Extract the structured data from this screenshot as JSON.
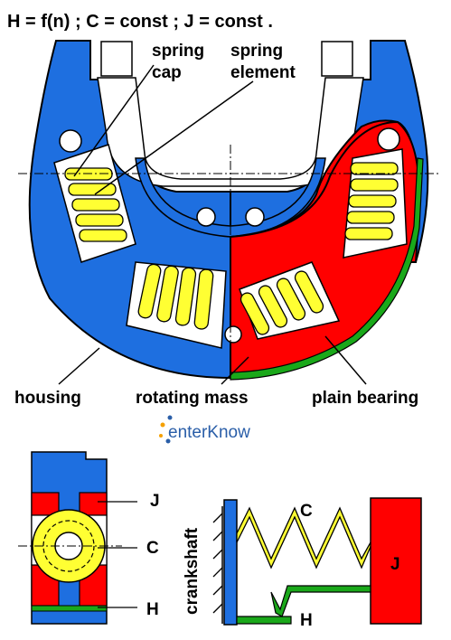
{
  "header": {
    "formula": "H = f(n) ; C = const ; J = const ."
  },
  "labels": {
    "spring_cap_line1": "spring",
    "spring_cap_line2": "cap",
    "spring_element_line1": "spring",
    "spring_element_line2": "element",
    "housing": "housing",
    "rotating_mass": "rotating mass",
    "plain_bearing": "plain bearing"
  },
  "logo": {
    "text": "enterKnow"
  },
  "section": {
    "label_j": "J",
    "label_c": "C",
    "label_h": "H"
  },
  "model": {
    "crankshaft": "crankshaft",
    "spring": "C",
    "mass": "J",
    "damper": "H"
  },
  "colors": {
    "housing": "#1e6fe0",
    "mass": "#ff0000",
    "spring": "#ffff33",
    "bearing": "#1aa81a",
    "white_part": "#ffffff",
    "outline": "#000000"
  }
}
